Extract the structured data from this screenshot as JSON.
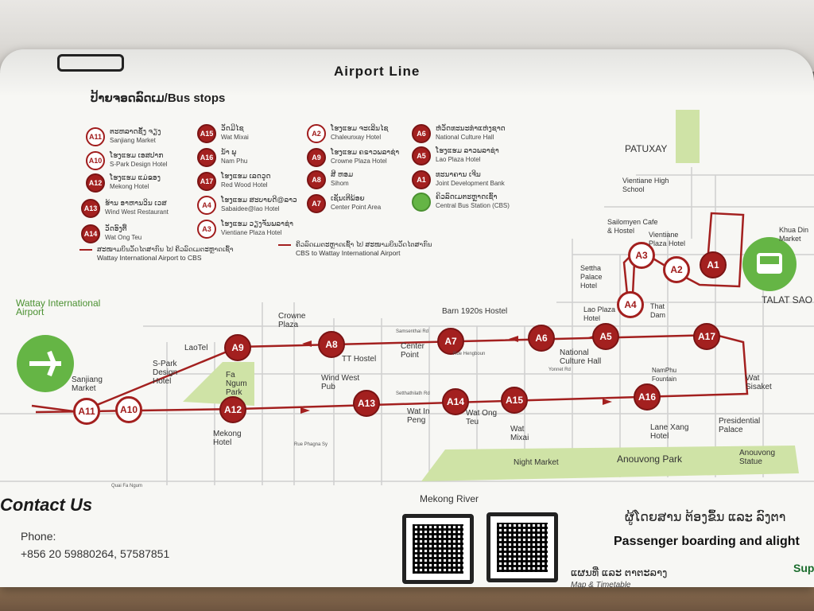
{
  "title": "Airport Line",
  "stops_heading": "ປ້າຍຈອດລົດເມ/Bus stops",
  "legend": [
    {
      "code": "A11",
      "lao": "ຕະຫລາດຊັ້ງ ຈຽງ",
      "en": "Sanjiang Market",
      "style": "ring"
    },
    {
      "code": "A10",
      "lao": "ໂຮງແຮມ ເອສປາກ",
      "en": "S-Park Design Hotel",
      "style": "ring"
    },
    {
      "code": "A12",
      "lao": "ໂຮງແຮມ ແມ່ຂອງ",
      "en": "Mekong Hotel",
      "style": "fill"
    },
    {
      "code": "A13",
      "lao": "ຮ້ານ ອາຫານວິນ ເວສ",
      "en": "Wind West Restaurant",
      "style": "fill"
    },
    {
      "code": "A14",
      "lao": "ວັດອົງຕື້",
      "en": "Wat Ong Teu",
      "style": "fill"
    },
    {
      "code": "A15",
      "lao": "ວັດມີໄຊ",
      "en": "Wat Mixai",
      "style": "fill"
    },
    {
      "code": "A16",
      "lao": "ນ້ຳ ພຸ",
      "en": "Nam Phu",
      "style": "fill"
    },
    {
      "code": "A17",
      "lao": "ໂຮງແຮມ ເລດວູດ",
      "en": "Red Wood Hotel",
      "style": "fill"
    },
    {
      "code": "A4",
      "lao": "ໂຮງແຮມ ສະບາຍດີ@ລາວ",
      "en": "Sabaidee@lao Hotel",
      "style": "ring"
    },
    {
      "code": "A3",
      "lao": "ໂຮງແຮມ ວຽງຈັນພລາຊ່າ",
      "en": "Vientiane Plaza Hotel",
      "style": "ring"
    },
    {
      "code": "A2",
      "lao": "ໂຮງແຮມ ຈະເລີນໄຊ",
      "en": "Chaleunxay Hotel",
      "style": "ring"
    },
    {
      "code": "A9",
      "lao": "ໂຮງແຮມ ຄຣາວພລາຊ່າ",
      "en": "Crowne Plaza Hotel",
      "style": "fill"
    },
    {
      "code": "A8",
      "lao": "ສີ ຫອມ",
      "en": "Sihom",
      "style": "fill"
    },
    {
      "code": "A7",
      "lao": "ເຊັນເຕີພ້ອຍ",
      "en": "Center Point Area",
      "style": "fill"
    },
    {
      "code": "A6",
      "lao": "ຫໍວັດທະນະທຳແຫ່ງຊາດ",
      "en": "National Culture Hall",
      "style": "fill"
    },
    {
      "code": "A5",
      "lao": "ໂຮງແຮມ ລາວພລາຊ່າ",
      "en": "Lao Plaza Hotel",
      "style": "fill"
    },
    {
      "code": "A1",
      "lao": "ທະນາຄານ ເຈີນ",
      "en": "Joint Development Bank",
      "style": "fill"
    },
    {
      "code": "",
      "lao": "ຄິວລົດເມຕະຫຼາດເຊົ້າ",
      "en": "Central Bus Station (CBS)",
      "style": "green"
    }
  ],
  "route_notes": [
    {
      "lao": "ສະໜາມບິນວັດໄຕສາກົນ ໄປ ຄິວລົດເມຕະຫຼາດເຊົ້າ",
      "en": "Wattay International Airport to CBS"
    },
    {
      "lao": "ຄິວລົດເມຕະຫຼາດເຊົ້າ ໄປ ສະໜາມບິນວັດໄຕສາກົນ",
      "en": "CBS to Wattay International Airport"
    }
  ],
  "map": {
    "airport": "Wattay International Airport",
    "patuxay": "PATUXAY",
    "talat_sao": "TALAT SAO",
    "khua_din": "Khua Din Market",
    "places": {
      "vientiane_school": "Vientiane High School",
      "sailomyen": "Sailomyen Cafe & Hostel",
      "vientiane_plaza": "Vientiane Plaza Hotel",
      "settha": "Settha Palace Hotel",
      "lao_plaza": "Lao Plaza Hotel",
      "that_dam": "That Dam",
      "barn": "Barn 1920s Hostel",
      "crowne": "Crowne Plaza",
      "laotel": "LaoTel",
      "spark": "S-Park Design Hotel",
      "sanjiang": "Sanjiang Market",
      "fangum": "Fa Ngum Park",
      "tt_hostel": "TT Hostel",
      "center_point": "Center Point",
      "national_culture": "National Culture Hall",
      "namphu": "NamPhu Fountain",
      "wat_sisaket": "Wat Sisaket",
      "wind_west": "Wind West Pub",
      "wat_in_peng": "Wat In Peng",
      "wat_ong_teu": "Wat Ong Teu",
      "wat_mixai": "Wat Mixai",
      "lane_xang": "Lane Xang Hotel",
      "presidential": "Presidential Palace",
      "mekong_hotel": "Mekong Hotel",
      "night_market": "Night Market",
      "anouvong_park": "Anouvong Park",
      "anouvong_statue": "Anouvong Statue"
    },
    "roads": {
      "samsenthai": "Samsenthai Rd",
      "hengboun": "Rue Hengboun",
      "setthathilath": "Setthathilath Rd",
      "fangum": "Quai Fa Ngum",
      "phagna": "Rue Phagna Sy",
      "yonnet": "Yonnet Rd"
    },
    "stops": [
      "A1",
      "A2",
      "A3",
      "A4",
      "A5",
      "A6",
      "A7",
      "A8",
      "A9",
      "A10",
      "A11",
      "A12",
      "A13",
      "A14",
      "A15",
      "A16",
      "A17"
    ],
    "route_color": "#a3201f"
  },
  "footer": {
    "contact": "Contact Us",
    "phone_label": "Phone:",
    "phone": "+856 20 59880264, 57587851",
    "river": "Mekong River",
    "board_lao": "ຜູ້ໂດຍສານ ຕ້ອງຂຶ້ນ ແລະ ລົງຕາ",
    "board_en": "Passenger boarding and alight",
    "map_lao": "ແຜນທີ່ ແລະ ຕາຕະລາງ",
    "map_en": "Map & Timetable",
    "sup": "Sup"
  }
}
